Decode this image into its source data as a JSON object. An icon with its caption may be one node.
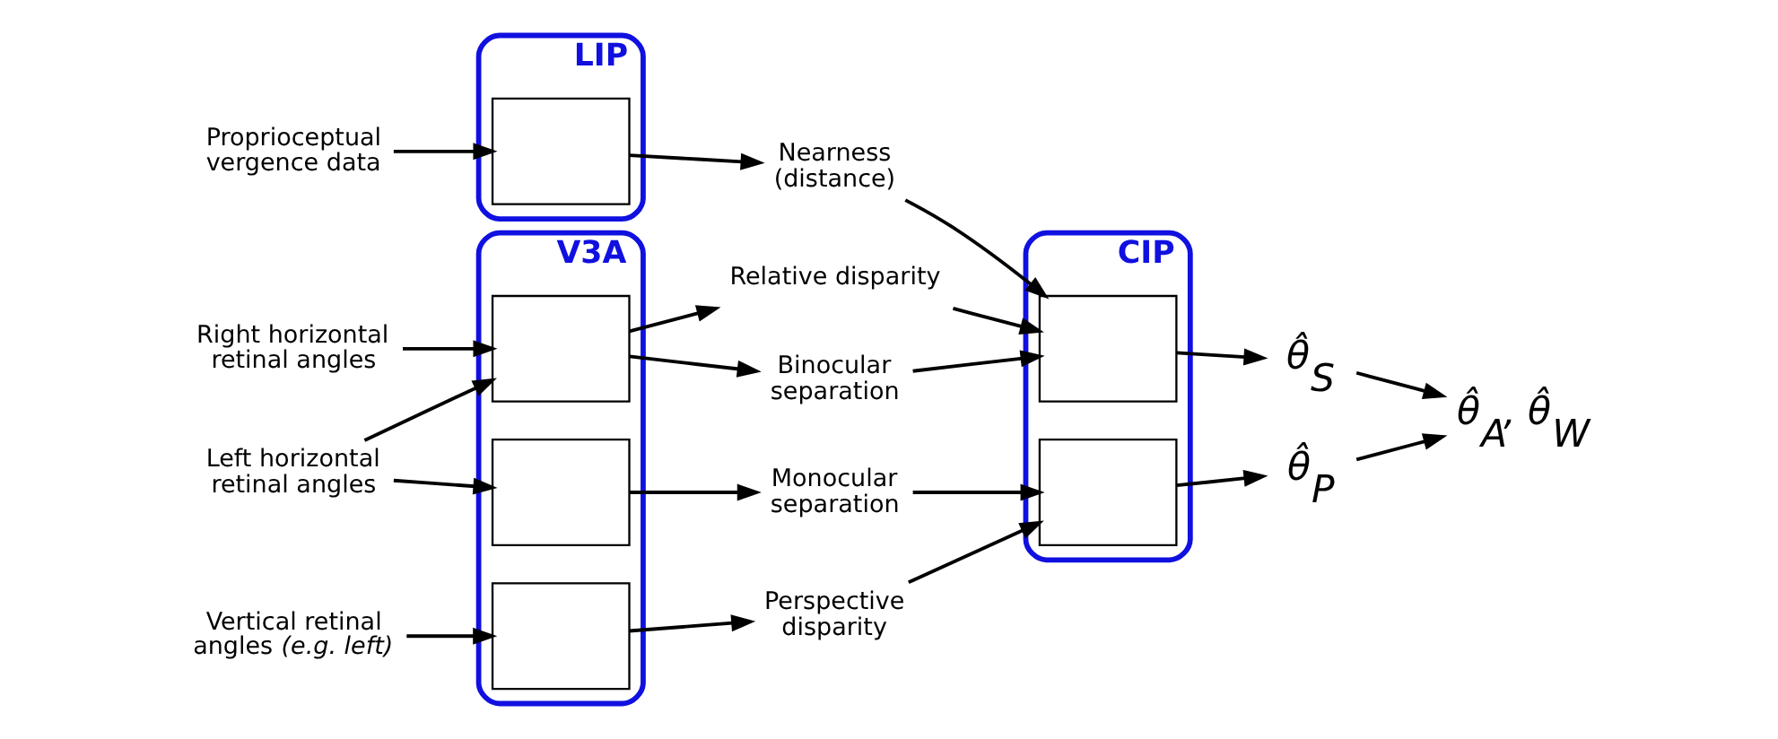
{
  "diagram": {
    "nodes": [
      {
        "text": [
          "LIP"
        ]
      },
      {
        "text": [],
        "shape": "box",
        "in": 0
      },
      {
        "text": [
          "V3A"
        ]
      },
      {
        "text": [],
        "shape": "box",
        "in": 2
      },
      {
        "text": [],
        "shape": "box",
        "in": 2
      },
      {
        "text": [],
        "shape": "box",
        "in": 2
      },
      {
        "text": [
          "CIP"
        ]
      },
      {
        "text": [],
        "shape": "box",
        "in": 6
      },
      {
        "text": [],
        "shape": "box",
        "in": 6
      },
      {
        "text": [
          "Proprioceptual vergence data"
        ]
      },
      {
        "text": [
          "Right horizontal retinal angles"
        ]
      },
      {
        "text": [
          "Left horizontal retinal angles"
        ]
      },
      {
        "text": [
          "Vertical retinal angles *(e.g. left)*"
        ]
      },
      {
        "text": [
          "Nearness (distance)"
        ]
      },
      {
        "text": [
          "Relative disparity"
        ]
      },
      {
        "text": [
          "Binocular separation"
        ]
      },
      {
        "text": [
          "Monocular separation"
        ]
      },
      {
        "text": [
          "Perspective disparity"
        ]
      },
      {
        "text": [
          "θ̂$_{S}$"
        ]
      },
      {
        "text": [
          "θ̂$_{P}$"
        ]
      },
      {
        "text": [
          "θ̂$_{A}$, θ̂$_{W}$"
        ]
      }
    ],
    "edges": [
      {
        "from": 9,
        "to": 1,
        "arrow": "to"
      },
      {
        "from": 1,
        "to": 13,
        "arrow": "to"
      },
      {
        "from": 10,
        "to": 3,
        "arrow": "to"
      },
      {
        "from": 11,
        "to": 3,
        "arrow": "to"
      },
      {
        "from": 11,
        "to": 4,
        "arrow": "to"
      },
      {
        "from": 12,
        "to": 5,
        "arrow": "to"
      },
      {
        "from": 3,
        "to": 14,
        "arrow": "to"
      },
      {
        "from": 3,
        "to": 15,
        "arrow": "to"
      },
      {
        "from": 4,
        "to": 16,
        "arrow": "to"
      },
      {
        "from": 5,
        "to": 17,
        "arrow": "to"
      },
      {
        "from": 13,
        "to": 7,
        "arrow": "to"
      },
      {
        "from": 14,
        "to": 7,
        "arrow": "to"
      },
      {
        "from": 15,
        "to": 7,
        "arrow": "to"
      },
      {
        "from": 16,
        "to": 8,
        "arrow": "to"
      },
      {
        "from": 17,
        "to": 8,
        "arrow": "to"
      },
      {
        "from": 7,
        "to": 18,
        "arrow": "to"
      },
      {
        "from": 8,
        "to": 19,
        "arrow": "to"
      },
      {
        "from": 18,
        "to": 20,
        "arrow": "to"
      },
      {
        "from": 19,
        "to": 20,
        "arrow": "to"
      }
    ]
  }
}
